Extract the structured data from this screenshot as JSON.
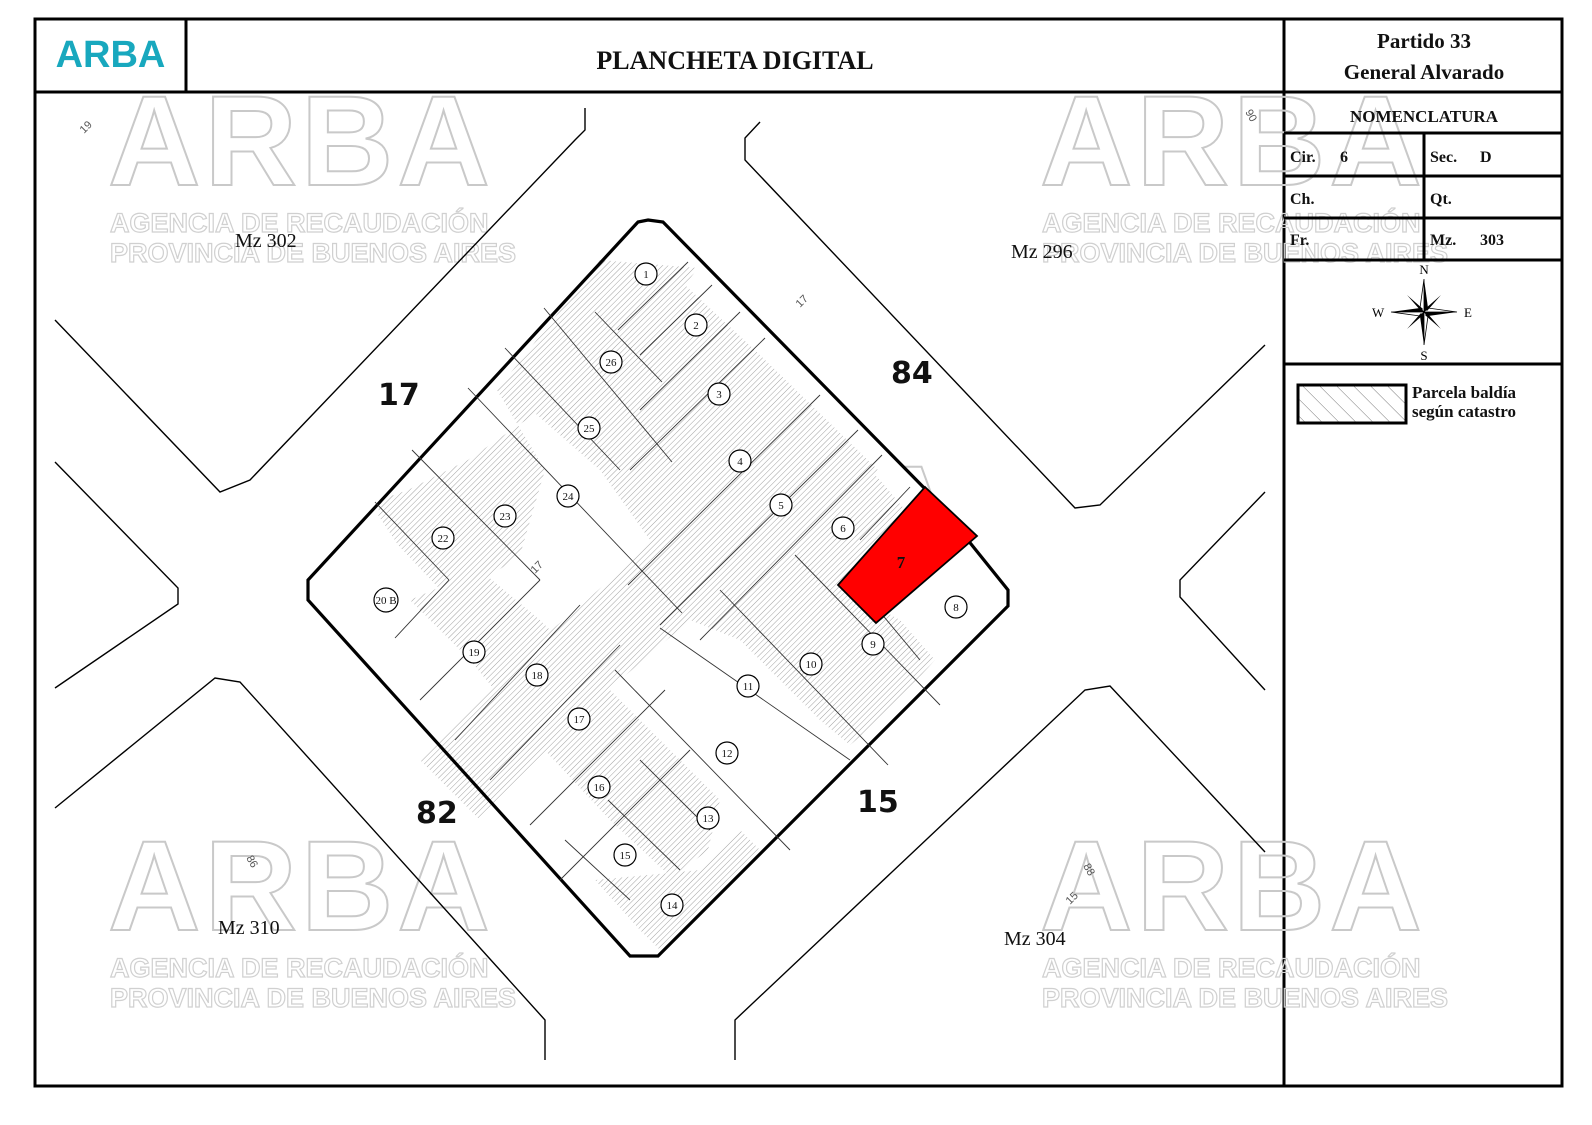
{
  "header": {
    "logo": "ARBA",
    "title": "PLANCHETA DIGITAL"
  },
  "sidebar": {
    "partido_line1": "Partido 33",
    "partido_line2": "General Alvarado",
    "nomenclatura_title": "NOMENCLATURA",
    "fields": [
      {
        "label": "Cir.",
        "value": "6"
      },
      {
        "label": "Sec.",
        "value": "D"
      },
      {
        "label": "Ch.",
        "value": ""
      },
      {
        "label": "Qt.",
        "value": ""
      },
      {
        "label": "Fr.",
        "value": ""
      },
      {
        "label": "Mz.",
        "value": "303"
      }
    ],
    "compass": {
      "n": "N",
      "s": "S",
      "e": "E",
      "w": "W"
    },
    "legend": {
      "line1": "Parcela baldía",
      "line2": "según catastro"
    }
  },
  "watermark": {
    "logo": "ARBA",
    "line1": "AGENCIA DE RECAUDACIÓN",
    "line2": "PROVINCIA DE BUENOS AIRES"
  },
  "map": {
    "streets": [
      {
        "id": "17",
        "label": "17"
      },
      {
        "id": "84",
        "label": "84"
      },
      {
        "id": "82",
        "label": "82"
      },
      {
        "id": "15",
        "label": "15"
      }
    ],
    "blocks": [
      {
        "id": "302",
        "label": "Mz 302"
      },
      {
        "id": "296",
        "label": "Mz 296"
      },
      {
        "id": "310",
        "label": "Mz 310"
      },
      {
        "id": "304",
        "label": "Mz 304"
      }
    ],
    "corner_labels": [
      "19",
      "90",
      "17",
      "86",
      "15",
      "88"
    ],
    "parcels": [
      "1",
      "2",
      "3",
      "4",
      "5",
      "6",
      "7",
      "8",
      "9",
      "10",
      "11",
      "12",
      "13",
      "14",
      "15",
      "16",
      "17",
      "18",
      "19",
      "20 B",
      "22",
      "23",
      "24",
      "25",
      "26"
    ],
    "highlighted_parcel": "7",
    "highlight_color": "#ff0000",
    "interior_street_label": "17"
  },
  "colors": {
    "accent": "#18a8be",
    "line": "#000000",
    "highlight": "#ff0000"
  }
}
